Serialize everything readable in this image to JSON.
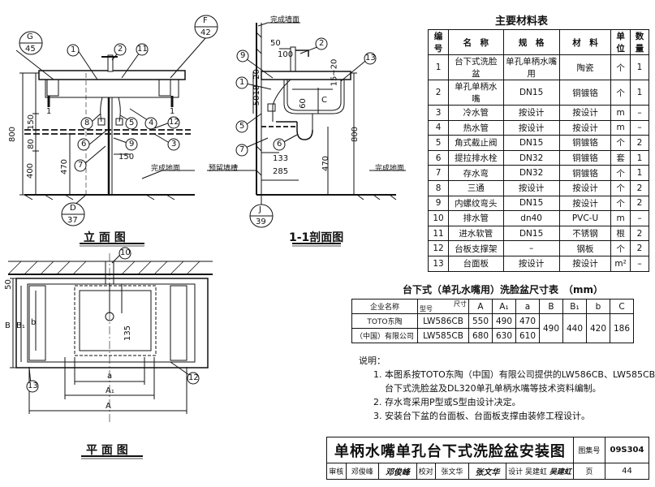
{
  "materials": {
    "title": "主要材料表",
    "headers": [
      "编号",
      "名　称",
      "规　格",
      "材　料",
      "单位",
      "数量"
    ],
    "rows": [
      [
        "1",
        "台下式洗脸盆",
        "单孔单柄水嘴用",
        "陶瓷",
        "个",
        "1"
      ],
      [
        "2",
        "单孔单柄水嘴",
        "DN15",
        "铜镀铬",
        "个",
        "1"
      ],
      [
        "3",
        "冷水管",
        "按设计",
        "按设计",
        "m",
        "–"
      ],
      [
        "4",
        "热水管",
        "按设计",
        "按设计",
        "m",
        "–"
      ],
      [
        "5",
        "角式截止阀",
        "DN15",
        "铜镀铬",
        "个",
        "2"
      ],
      [
        "6",
        "提拉排水栓",
        "DN32",
        "铜镀铬",
        "套",
        "1"
      ],
      [
        "7",
        "存水弯",
        "DN32",
        "铜镀铬",
        "个",
        "1"
      ],
      [
        "8",
        "三通",
        "按设计",
        "按设计",
        "个",
        "2"
      ],
      [
        "9",
        "内螺纹弯头",
        "DN15",
        "按设计",
        "个",
        "2"
      ],
      [
        "10",
        "排水管",
        "dn40",
        "PVC-U",
        "m",
        "–"
      ],
      [
        "11",
        "进水软管",
        "DN15",
        "不锈钢",
        "根",
        "2"
      ],
      [
        "12",
        "台板支撑架",
        "–",
        "钢板",
        "个",
        "2"
      ],
      [
        "13",
        "台面板",
        "按设计",
        "按设计",
        "m²",
        "–"
      ]
    ]
  },
  "dimensions": {
    "title": "台下式（单孔水嘴用）洗脸盆尺寸表　（mm）",
    "corner_top": "尺寸",
    "corner_left": "企业名称",
    "corner_mid": "型号",
    "cols": [
      "A",
      "A₁",
      "a",
      "B",
      "B₁",
      "b",
      "C"
    ],
    "company_line1": "TOTO东陶",
    "company_line2": "（中国）有限公司",
    "model1": "LW586CB",
    "model2": "LW585CB",
    "row1": [
      "550",
      "490",
      "470"
    ],
    "row2": [
      "680",
      "630",
      "610"
    ],
    "shared": [
      "490",
      "440",
      "420",
      "186"
    ]
  },
  "notes": {
    "label": "说明：",
    "lines": [
      "1. 本图系按TOTO东陶（中国）有限公司提供的LW586CB、LW585CB",
      "台下式洗脸盆及DL320单孔单柄水嘴等技术资料编制。",
      "2. 存水弯采用P型或S型由设计决定。",
      "3. 安装台下盆的台面板、台面板支撑由装修工程设计。"
    ]
  },
  "views": {
    "elevation": "立 面 图",
    "section": "1-1剖面图",
    "plan": "平 面 图"
  },
  "annot": {
    "wall": "完成墙面",
    "floor": "完成地面",
    "buried": "预留墙槽",
    "d800": "800",
    "d400": "400",
    "d470": "470",
    "d150": "150",
    "d80": "80",
    "d150b": "150",
    "d50": "50",
    "d100": "100",
    "d1520": "15~20",
    "d5018": "5018",
    "d20": "20",
    "dC": "C",
    "d60": "60",
    "d133": "133",
    "d285": "285",
    "d470b": "470",
    "d50b": "50",
    "dB": "B",
    "dB1": "B₁",
    "db": "b",
    "d135": "135",
    "da": "a",
    "dA1": "A₁",
    "dA": "A"
  },
  "callouts": {
    "G": "G",
    "G_n": "45",
    "F": "F",
    "F_n": "42",
    "D": "D",
    "D_n": "37",
    "J": "J",
    "J_n": "39",
    "n1": "1",
    "n2": "2",
    "n3": "3",
    "n4": "4",
    "n5": "5",
    "n6": "6",
    "n7": "7",
    "n8": "8",
    "n9": "9",
    "n10": "10",
    "n11": "11",
    "n12": "12",
    "n13": "13",
    "s1": "1",
    "s2": "2",
    "s9": "9",
    "s13": "13",
    "s5": "5",
    "s7": "7",
    "s6": "6",
    "p10": "10",
    "p12": "12",
    "p13": "13",
    "sec1a": "1",
    "sec1b": "1"
  },
  "title_block": {
    "title": "单柄水嘴单孔台下式洗脸盆安装图",
    "atlas_label": "图集号",
    "atlas_no": "09S304",
    "reviewer_label": "审核",
    "reviewer": "邓俊峰",
    "reviewer_sig": "邓俊峰",
    "checker_label": "校对",
    "checker": "张文华",
    "checker_sig": "张文华",
    "designer_label": "设计",
    "designer": "吴建虹",
    "designer_sig": "吴建虹",
    "page_label": "页",
    "page_no": "44"
  }
}
